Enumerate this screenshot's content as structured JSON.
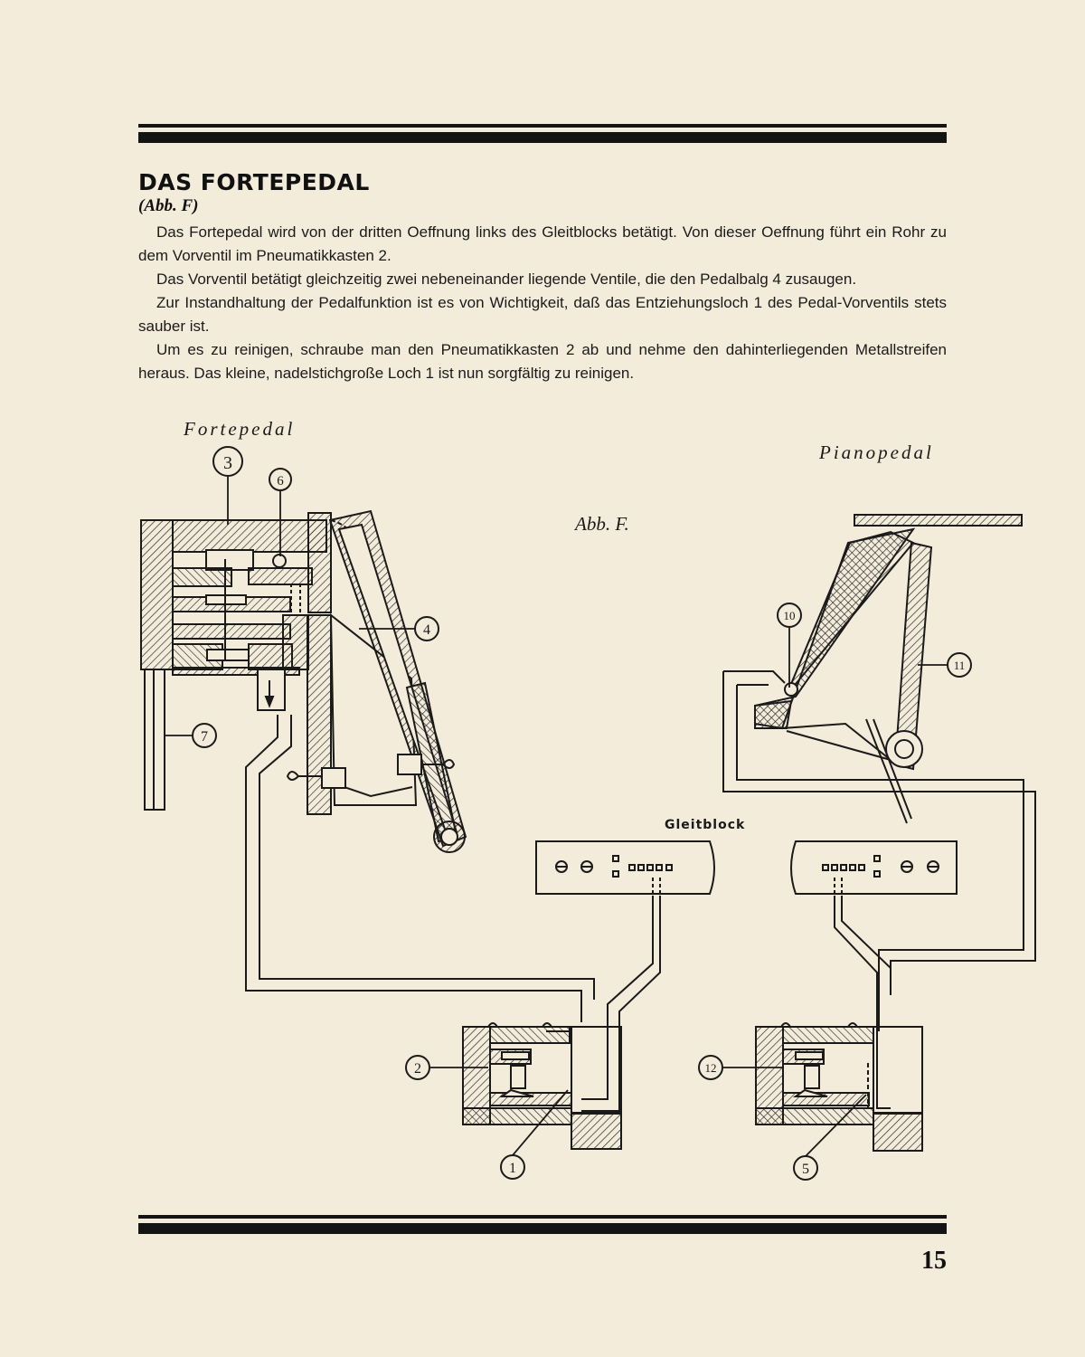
{
  "heading": {
    "title": "DAS FORTEPEDAL",
    "subtitle": "(Abb. F)"
  },
  "paragraphs": [
    "Das Fortepedal wird von der dritten Oeffnung links des Gleitblocks betätigt. Von dieser Oeffnung führt ein Rohr zu dem Vorventil im Pneumatikkasten 2.",
    "Das Vorventil betätigt gleichzeitig zwei nebeneinander liegende Ventile, die den Pedalbalg 4 zusaugen.",
    "Zur Instandhaltung der Pedalfunktion ist es von Wichtigkeit, daß das Entziehungsloch 1 des Pedal-Vorventils stets sauber ist.",
    "Um es zu reinigen, schraube man den Pneumatikkasten 2 ab und nehme den dahinterliegenden Metallstreifen heraus. Das kleine, nadelstichgroße Loch 1 ist nun sorgfältig zu reinigen."
  ],
  "figure": {
    "label_fortepedal": "Fortepedal",
    "label_pianopedal": "Pianopedal",
    "caption": "Abb. F.",
    "label_gleitblock": "Gleitblock",
    "callouts": {
      "c1": "1",
      "c2": "2",
      "c3": "3",
      "c4": "4",
      "c5": "5",
      "c6": "6",
      "c7": "7",
      "c10": "10",
      "c11": "11",
      "c12": "12"
    }
  },
  "page_number": "15"
}
